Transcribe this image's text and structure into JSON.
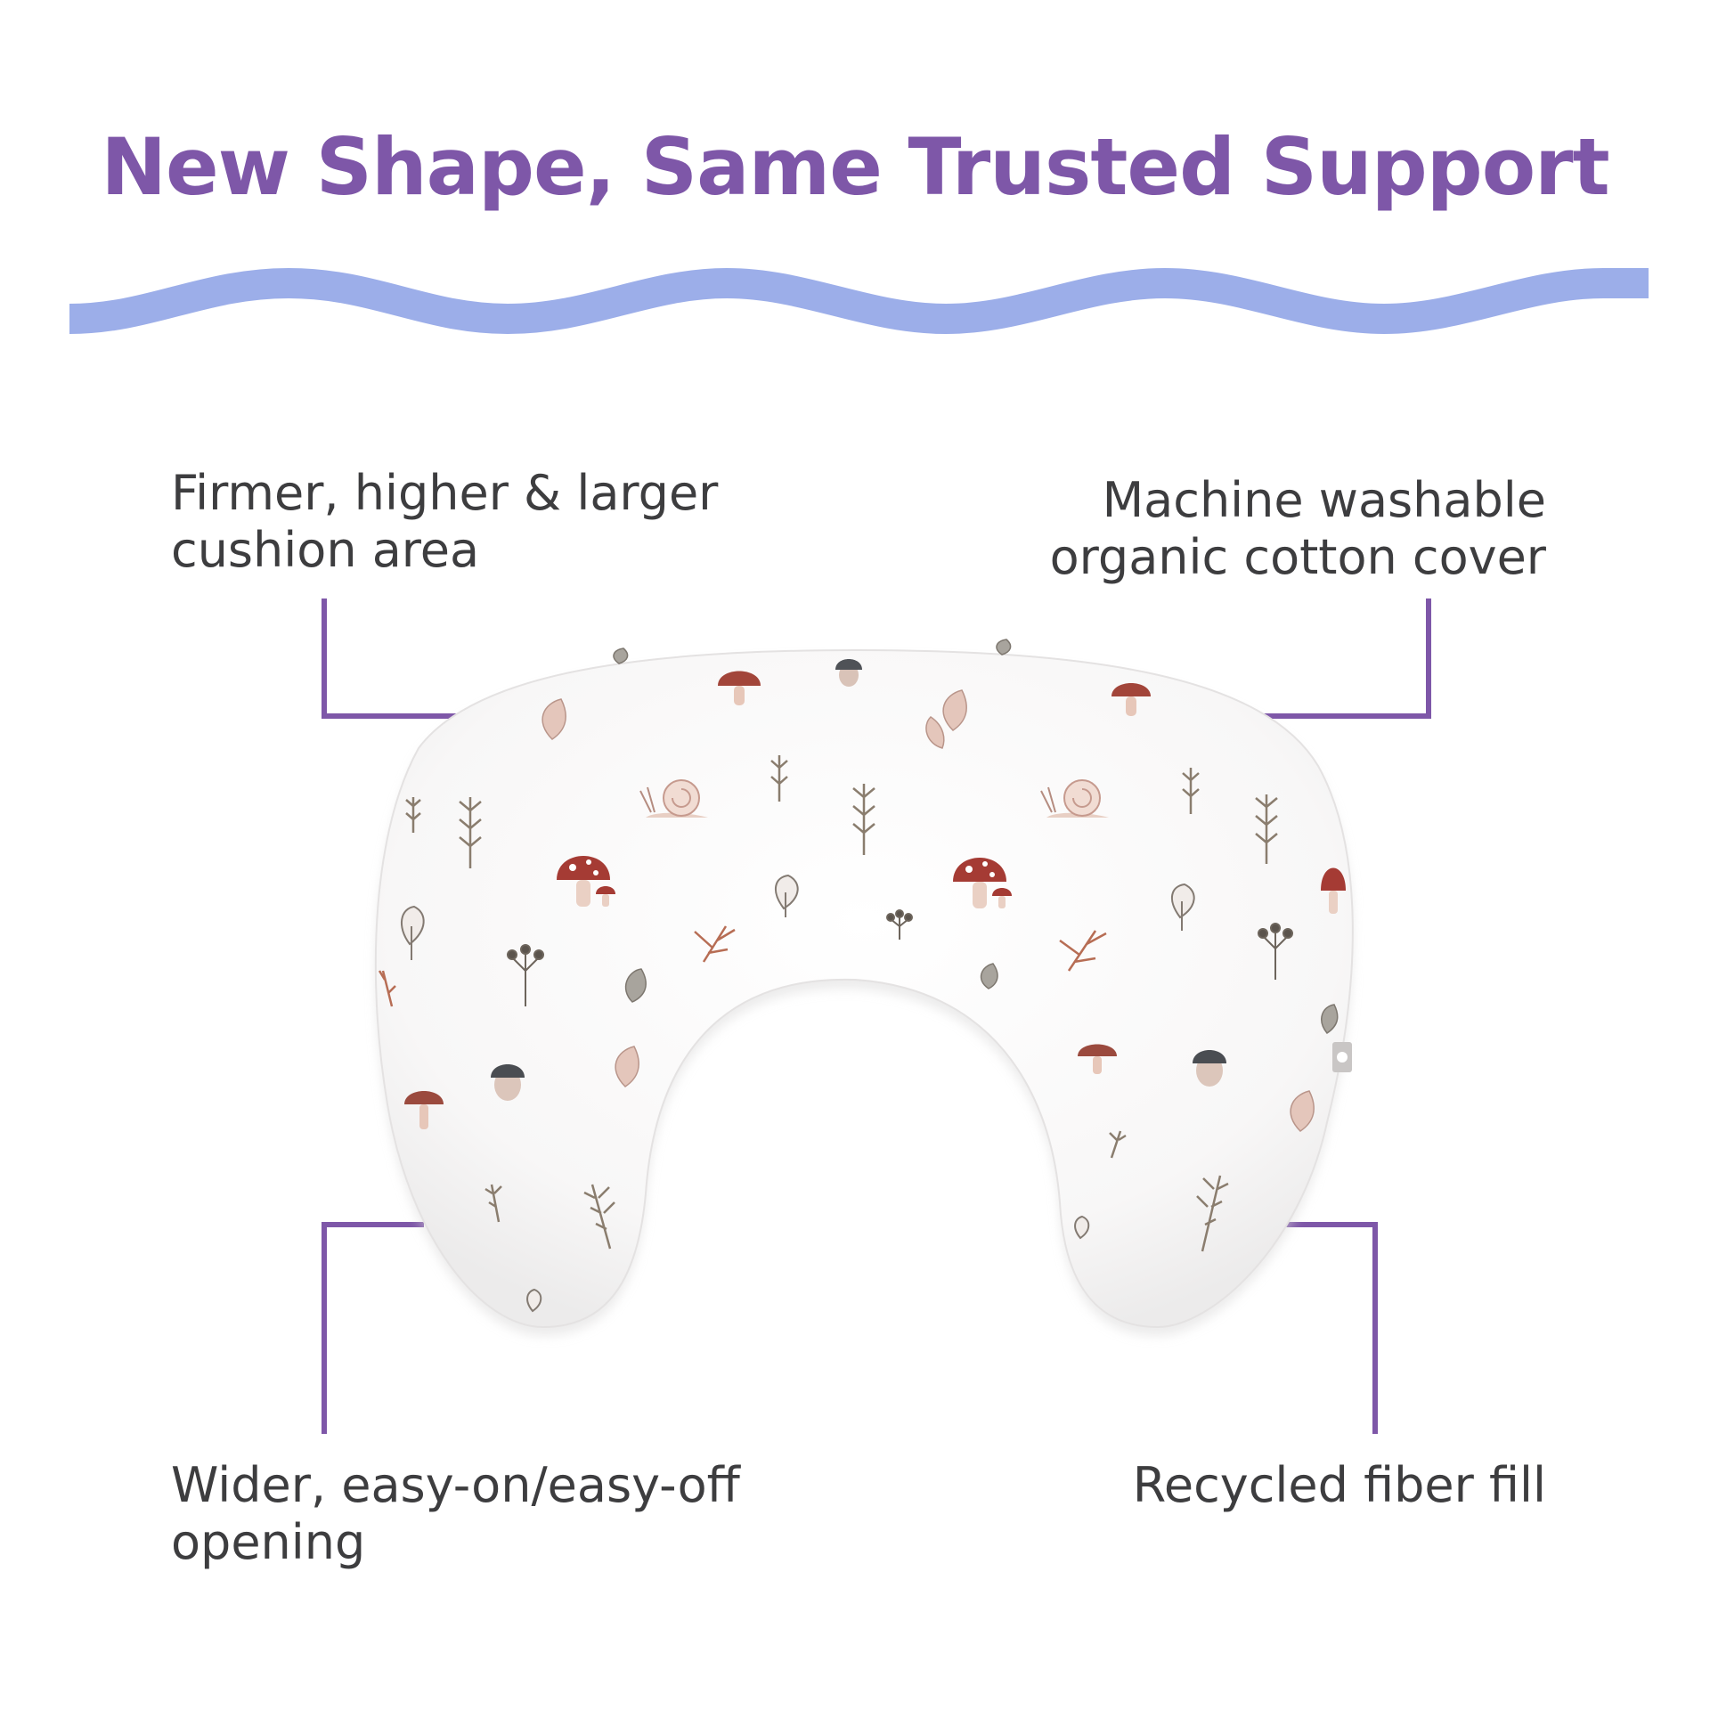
{
  "header": {
    "title": "New Shape, Same Trusted Support"
  },
  "colors": {
    "title": "#7e57a8",
    "wave": "#9caee9",
    "callout_line": "#7e57a8",
    "text": "#3d3d3f",
    "pillow": "#fbfafa"
  },
  "features": {
    "top_left": {
      "line1": "Firmer, higher & larger",
      "line2": "cushion area"
    },
    "top_right": {
      "line1": "Machine washable",
      "line2": "organic cotton cover"
    },
    "bottom_left": {
      "line1": "Wider, easy-on/easy-off",
      "line2": "opening"
    },
    "bottom_right": {
      "line1": "Recycled fiber fill"
    }
  },
  "product": {
    "name": "nursing-pillow",
    "print_motifs": [
      "mushroom",
      "snail",
      "acorn",
      "fern-sprig",
      "leaf",
      "berry-branch"
    ]
  }
}
